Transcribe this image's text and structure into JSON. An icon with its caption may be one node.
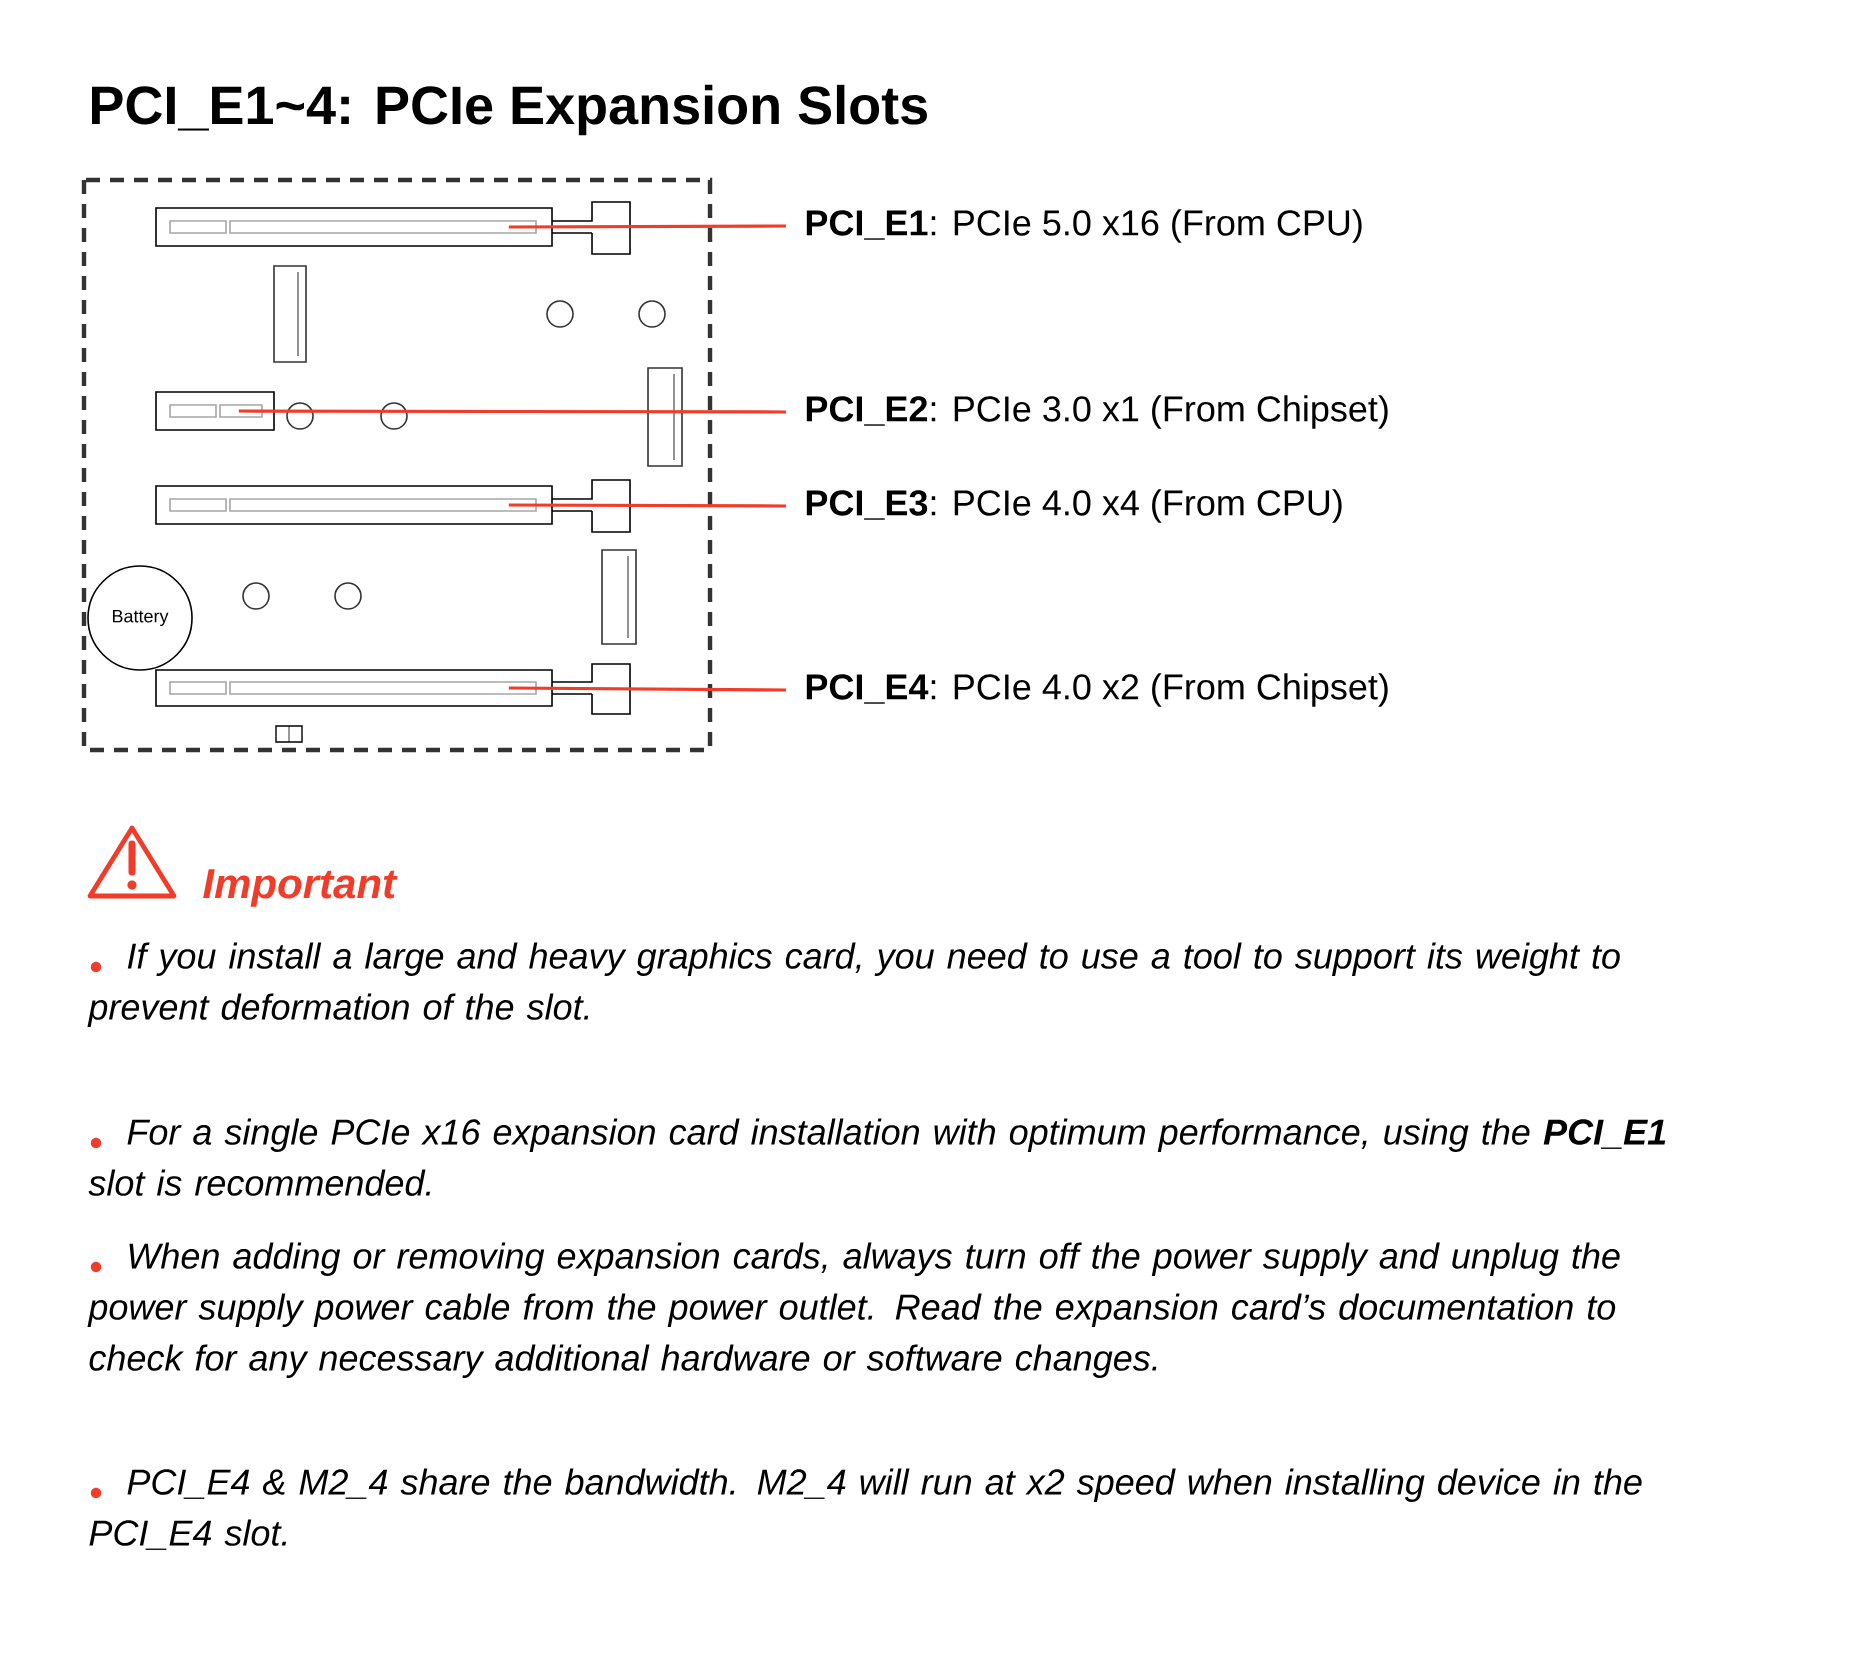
{
  "diagram": {
    "title": "PCI_E1~4: PCIe Expansion Slots",
    "nodes": [
      {
        "text": [],
        "shape": "bar"
      },
      {
        "text": [],
        "shape": "bar"
      },
      {
        "text": [],
        "shape": "bar"
      },
      {
        "text": [],
        "shape": "bar"
      },
      {
        "text": [
          "Battery"
        ]
      },
      {
        "text": [
          "**PCI_E1**: PCIe 5.0 x16 (From CPU)"
        ]
      },
      {
        "text": [
          "**PCI_E2**: PCIe 3.0 x1 (From Chipset)"
        ]
      },
      {
        "text": [
          "**PCI_E3**: PCIe 4.0 x4 (From CPU)"
        ]
      },
      {
        "text": [
          "**PCI_E4**: PCIe 4.0 x2 (From Chipset)"
        ]
      }
    ],
    "edges": [
      {
        "from": 5,
        "to": 0,
        "arrow": "none",
        "color": "#f03c28"
      },
      {
        "from": 6,
        "to": 1,
        "arrow": "none",
        "color": "#f03c28"
      },
      {
        "from": 7,
        "to": 2,
        "arrow": "none",
        "color": "#f03c28"
      },
      {
        "from": 8,
        "to": 3,
        "arrow": "none",
        "color": "#f03c28"
      }
    ],
    "labels": [
      "Important",
      "If you install a large and heavy graphics card, you need to use a tool to support its weight to prevent deformation of the slot.",
      "For a single PCIe x16 expansion card installation with optimum performance, using the **PCI_E1** slot is recommended.",
      "When adding or removing expansion cards, always turn off the power supply and unplug the power supply power cable from the power outlet. Read the expansion card’s documentation to check for any necessary additional hardware or software changes.",
      "PCI_E4 & M2_4 share the bandwidth. M2_4 will run at x2 speed when installing device in the PCI_E4 slot."
    ]
  }
}
